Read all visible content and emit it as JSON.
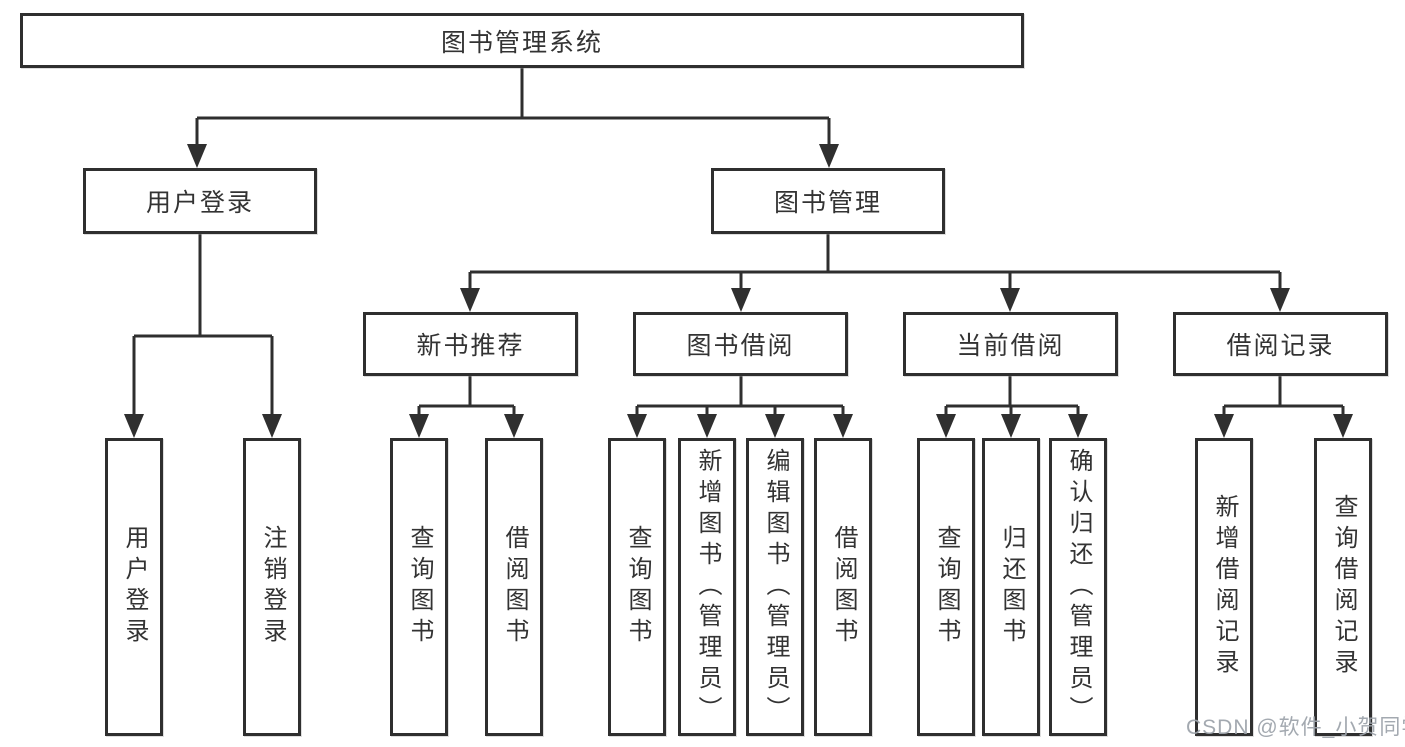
{
  "diagram": {
    "title": "图书管理系统",
    "colors": {
      "line": "#2f2f2f",
      "text": "#333333",
      "background": "#ffffff",
      "watermark": "#9ea4ac"
    },
    "root": {
      "label": "图书管理系统"
    },
    "branches": [
      {
        "label": "用户登录",
        "children": [
          {
            "label": "用户登录"
          },
          {
            "label": "注销登录"
          }
        ]
      },
      {
        "label": "图书管理",
        "children": [
          {
            "label": "新书推荐",
            "children": [
              {
                "label": "查询图书"
              },
              {
                "label": "借阅图书"
              }
            ]
          },
          {
            "label": "图书借阅",
            "children": [
              {
                "label": "查询图书"
              },
              {
                "label": "新增图书（管理员）"
              },
              {
                "label": "编辑图书（管理员）"
              },
              {
                "label": "借阅图书"
              }
            ]
          },
          {
            "label": "当前借阅",
            "children": [
              {
                "label": "查询图书"
              },
              {
                "label": "归还图书"
              },
              {
                "label": "确认归还（管理员）"
              }
            ]
          },
          {
            "label": "借阅记录",
            "children": [
              {
                "label": "新增借阅记录"
              },
              {
                "label": "查询借阅记录"
              }
            ]
          }
        ]
      }
    ],
    "watermark": "CSDN @软件_小贺同学"
  }
}
